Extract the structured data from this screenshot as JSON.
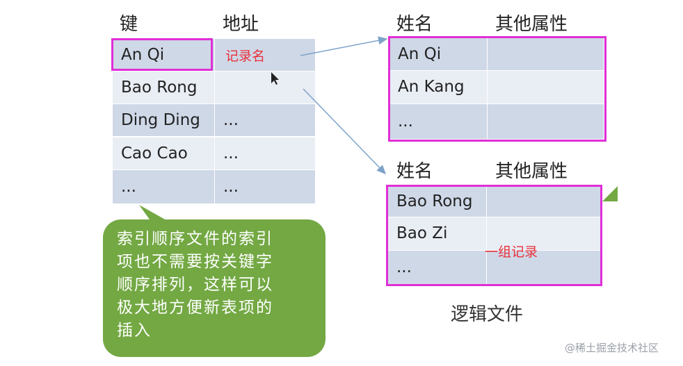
{
  "index_table": {
    "headers": [
      "键",
      "地址"
    ],
    "keys": [
      "An Qi",
      "Bao Rong",
      "Ding Ding",
      "Cao Cao",
      "..."
    ],
    "addresses": [
      "",
      "",
      "...",
      "...",
      "..."
    ],
    "annotation": "记录名"
  },
  "group1": {
    "headers": [
      "姓名",
      "其他属性"
    ],
    "names": [
      "An Qi",
      "An Kang",
      "..."
    ]
  },
  "group2": {
    "headers": [
      "姓名",
      "其他属性"
    ],
    "names": [
      "Bao Rong",
      "Bao Zi",
      "..."
    ],
    "annotation": "一组记录"
  },
  "callout": {
    "lines": [
      "索引顺序文件的索引",
      "项也不需要按关键字",
      "顺序排列，这样可以",
      "极大地方便新表项的",
      "插入"
    ]
  },
  "caption": "逻辑文件",
  "watermark": "@稀土掘金技术社区",
  "colors": {
    "highlight_border": "#e02fd6",
    "annotation_red": "#e8303a",
    "callout_green": "#73a843",
    "arrow_blue": "#7da3c9"
  }
}
